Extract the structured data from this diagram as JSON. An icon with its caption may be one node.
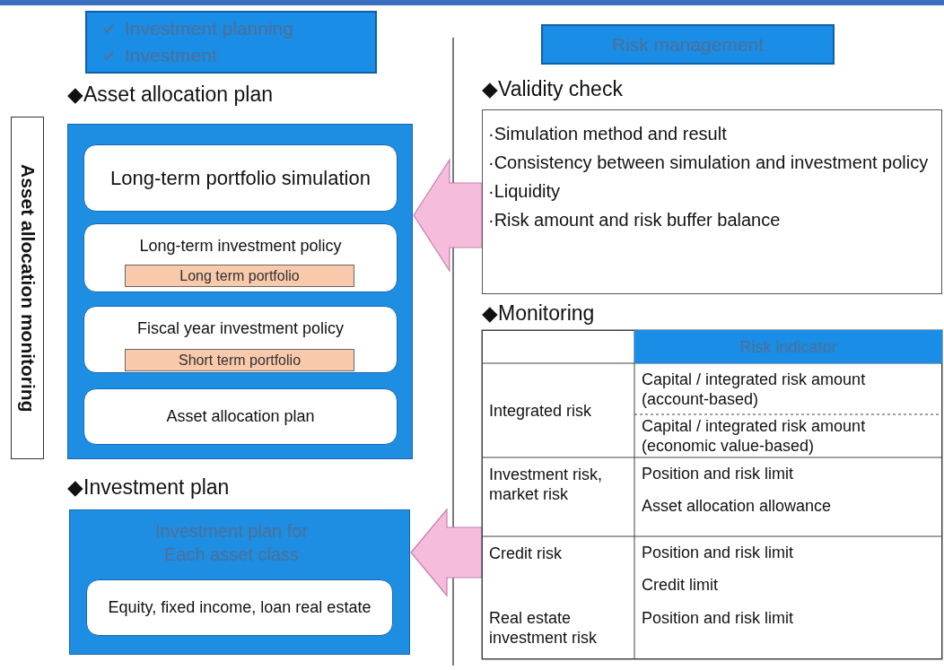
{
  "diagram": {
    "nodes": [
      {
        "text": [
          "Investment planning",
          "Investment"
        ]
      },
      {
        "text": [
          "Risk management"
        ]
      },
      {
        "text": [
          "◆Asset allocation plan"
        ]
      },
      {
        "text": [
          "Long-term portfolio simulation"
        ],
        "in": 2
      },
      {
        "text": [
          "Long-term investment policy"
        ],
        "in": 2
      },
      {
        "text": [
          "Long term portfolio"
        ],
        "in": 4
      },
      {
        "text": [
          "Fiscal year investment policy"
        ],
        "in": 2
      },
      {
        "text": [
          "Short term portfolio"
        ],
        "in": 6
      },
      {
        "text": [
          "Asset allocation plan"
        ],
        "in": 2
      },
      {
        "text": [
          "◆Investment plan",
          "Investment plan for Each asset class"
        ]
      },
      {
        "text": [
          "Equity, fixed income, loan real estate"
        ],
        "in": 9
      },
      {
        "text": [
          "Asset allocation monitoring"
        ]
      },
      {
        "text": [
          "◆Validity check",
          "·Simulation method and result",
          "·Consistency between simulation and investment policy",
          "·Liquidity",
          "·Risk amount and risk buffer balance"
        ]
      },
      {
        "text": [
          "◆Monitoring"
        ]
      }
    ],
    "edges": [
      {
        "from": 12,
        "to": 2,
        "arrow": "to"
      },
      {
        "from": 13,
        "to": 9,
        "arrow": "to"
      }
    ],
    "labels": [
      "Risk indicator",
      "Integrated risk",
      "Capital / integrated risk amount (account-based)",
      "Capital / integrated risk amount (economic value-based)",
      "Investment risk, market risk",
      "Position and risk limit",
      "Asset allocation allowance",
      "Credit risk",
      "Position and risk limit",
      "Credit limit",
      "Real estate investment risk",
      "Position and risk limit"
    ]
  }
}
